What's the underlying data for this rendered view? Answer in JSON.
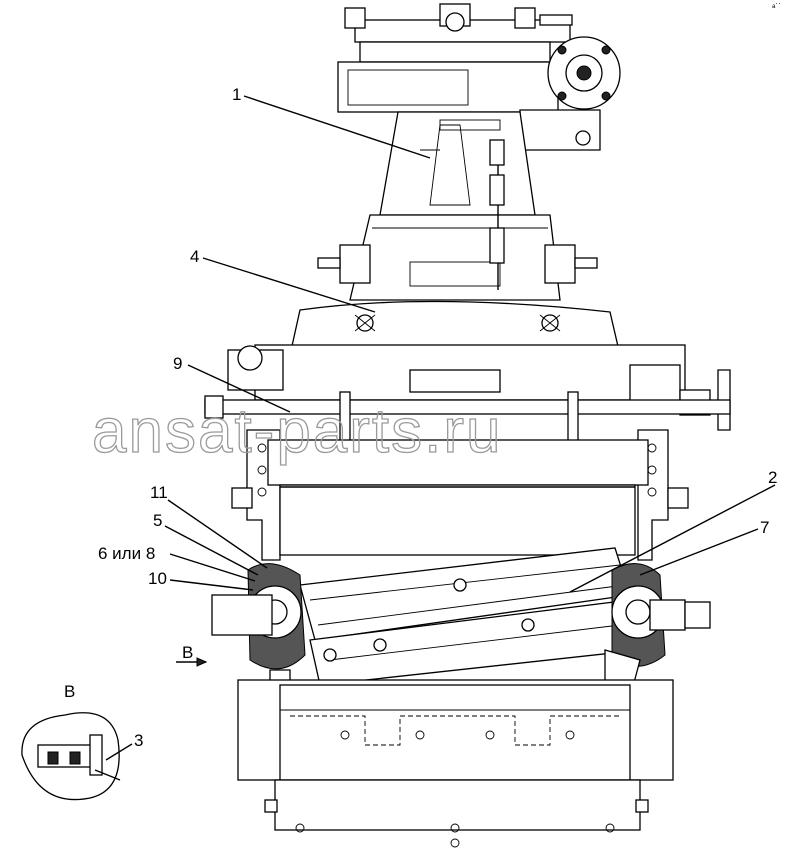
{
  "watermark": "ansat-parts.ru",
  "corner_mark": "ᵃ˙˙",
  "view_label": "В",
  "view_arrow_label": "В",
  "callouts": {
    "c1": "1",
    "c2": "2",
    "c3": "3",
    "c4": "4",
    "c5": "5",
    "c6": "6 или 8",
    "c7": "7",
    "c9": "9",
    "c10": "10",
    "c11": "11"
  }
}
